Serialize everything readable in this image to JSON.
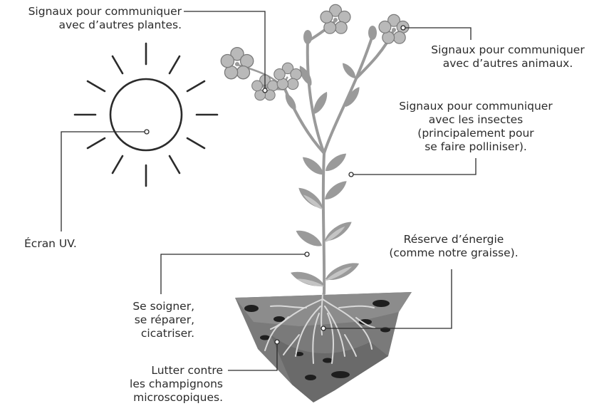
{
  "labels": {
    "plants": [
      "Signaux pour communiquer",
      "avec d’autres plantes."
    ],
    "animals": [
      "Signaux pour communiquer",
      "avec d’autres animaux."
    ],
    "insects": [
      "Signaux pour communiquer",
      "avec les insectes",
      "(principalement pour",
      "se faire polliniser)."
    ],
    "uv": [
      "Écran UV."
    ],
    "energy": [
      "Réserve d’énergie",
      "(comme notre graisse)."
    ],
    "heal": [
      "Se soigner,",
      "se réparer,",
      "cicatriser."
    ],
    "fungi": [
      "Lutter contre",
      "les champignons",
      "microscopiques."
    ]
  },
  "colors": {
    "line": "#2b2b2b",
    "plant_dark": "#8c8c8c",
    "plant_light": "#c4c4c4",
    "soil_top": "#8a8a8a",
    "soil_side": "#6e6e6e",
    "soil_holes": "#1e1e1e",
    "roots": "#d9d9d9"
  },
  "icons": {
    "sun": "sun-icon",
    "plant": "plant-illustration"
  }
}
